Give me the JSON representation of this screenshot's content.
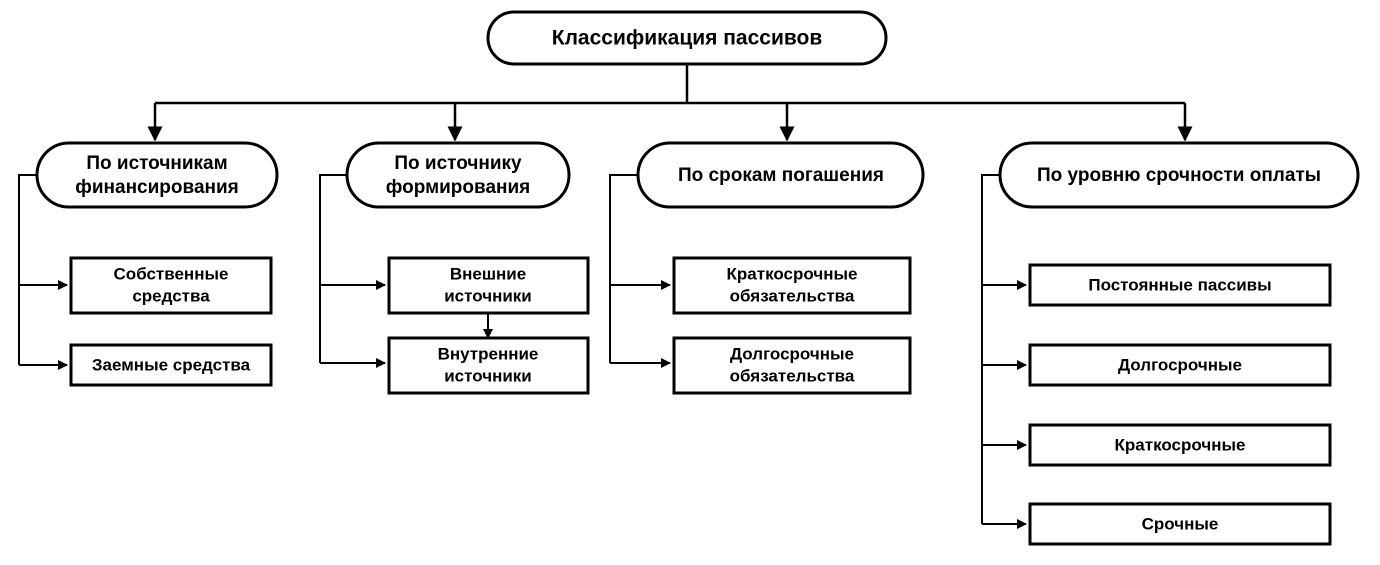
{
  "diagram": {
    "title": "Классификация пассивов",
    "type": "hierarchical-tree",
    "orientation": "top-down",
    "background_color": "#ffffff",
    "line_color": "#000000",
    "text_color": "#000000",
    "root": {
      "id": "root",
      "label": "Классификация пассивов",
      "shape": "rounded-rectangle"
    },
    "branches": [
      {
        "id": "branch-1",
        "label_line1": "По источникам",
        "label_line2": "финансирования",
        "shape": "rounded-rectangle",
        "children": [
          {
            "id": "b1-c1",
            "label_line1": "Собственные",
            "label_line2": "средства",
            "shape": "rectangle"
          },
          {
            "id": "b1-c2",
            "label_line1": "Заемные средства",
            "label_line2": "",
            "shape": "rectangle"
          }
        ]
      },
      {
        "id": "branch-2",
        "label_line1": "По источнику",
        "label_line2": "формирования",
        "shape": "rounded-rectangle",
        "children": [
          {
            "id": "b2-c1",
            "label_line1": "Внешние",
            "label_line2": "источники",
            "shape": "rectangle"
          },
          {
            "id": "b2-c2",
            "label_line1": "Внутренние",
            "label_line2": "источники",
            "shape": "rectangle"
          }
        ],
        "internal_link": {
          "from": "b2-c1",
          "to": "b2-c2",
          "direction": "down"
        }
      },
      {
        "id": "branch-3",
        "label_line1": "По срокам погашения",
        "label_line2": "",
        "shape": "rounded-rectangle",
        "children": [
          {
            "id": "b3-c1",
            "label_line1": "Краткосрочные",
            "label_line2": "обязательства",
            "shape": "rectangle"
          },
          {
            "id": "b3-c2",
            "label_line1": "Долгосрочные",
            "label_line2": "обязательства",
            "shape": "rectangle"
          }
        ]
      },
      {
        "id": "branch-4",
        "label_line1": "По уровню срочности оплаты",
        "label_line2": "",
        "shape": "rounded-rectangle",
        "children": [
          {
            "id": "b4-c1",
            "label_line1": "Постоянные пассивы",
            "label_line2": "",
            "shape": "rectangle"
          },
          {
            "id": "b4-c2",
            "label_line1": "Долгосрочные",
            "label_line2": "",
            "shape": "rectangle"
          },
          {
            "id": "b4-c3",
            "label_line1": "Краткосрочные",
            "label_line2": "",
            "shape": "rectangle"
          },
          {
            "id": "b4-c4",
            "label_line1": "Срочные",
            "label_line2": "",
            "shape": "rectangle"
          }
        ]
      }
    ]
  }
}
